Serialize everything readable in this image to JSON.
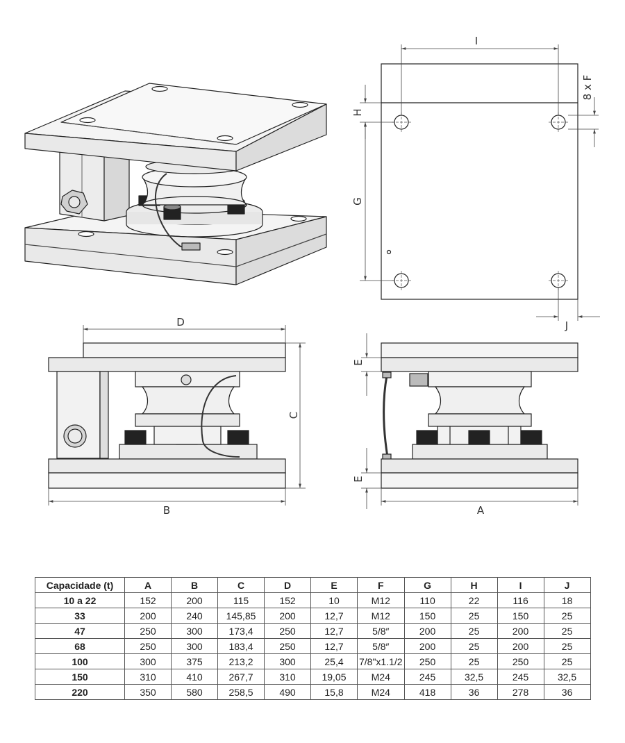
{
  "dimension_labels": {
    "A": "A",
    "B": "B",
    "C": "C",
    "D": "D",
    "E": "E",
    "F": "8 x F",
    "G": "G",
    "H": "H",
    "I": "I",
    "J": "J"
  },
  "table": {
    "headers": [
      "Capacidade (t)",
      "A",
      "B",
      "C",
      "D",
      "E",
      "F",
      "G",
      "H",
      "I",
      "J"
    ],
    "rows": [
      [
        "10 a 22",
        "152",
        "200",
        "115",
        "152",
        "10",
        "M12",
        "110",
        "22",
        "116",
        "18"
      ],
      [
        "33",
        "200",
        "240",
        "145,85",
        "200",
        "12,7",
        "M12",
        "150",
        "25",
        "150",
        "25"
      ],
      [
        "47",
        "250",
        "300",
        "173,4",
        "250",
        "12,7",
        "5/8″",
        "200",
        "25",
        "200",
        "25"
      ],
      [
        "68",
        "250",
        "300",
        "183,4",
        "250",
        "12,7",
        "5/8″",
        "200",
        "25",
        "200",
        "25"
      ],
      [
        "100",
        "300",
        "375",
        "213,2",
        "300",
        "25,4",
        "7/8\"x1.1/2",
        "250",
        "25",
        "250",
        "25"
      ],
      [
        "150",
        "310",
        "410",
        "267,7",
        "310",
        "19,05",
        "M24",
        "245",
        "32,5",
        "245",
        "32,5"
      ],
      [
        "220",
        "350",
        "580",
        "258,5",
        "490",
        "15,8",
        "M24",
        "418",
        "36",
        "278",
        "36"
      ]
    ]
  }
}
